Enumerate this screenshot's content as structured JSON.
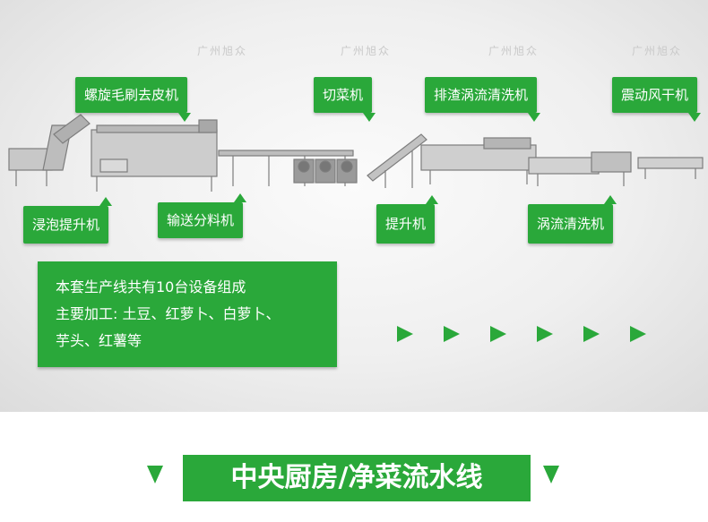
{
  "watermark": "广州旭众",
  "labels": {
    "peeler": "螺旋毛刷去皮机",
    "cutter": "切菜机",
    "slag_washer": "排渣涡流清洗机",
    "vibration_dryer": "震动风干机",
    "soak_lift": "浸泡提升机",
    "conveyor": "输送分料机",
    "lift": "提升机",
    "vortex_washer": "涡流清洗机"
  },
  "description": {
    "line1": "本套生产线共有10台设备组成",
    "line2": "主要加工: 土豆、红萝卜、白萝卜、",
    "line3": "芋头、红薯等"
  },
  "title": "中央厨房/净菜流水线",
  "colors": {
    "accent": "#2aa83a",
    "machine": "#9a9a9a"
  }
}
